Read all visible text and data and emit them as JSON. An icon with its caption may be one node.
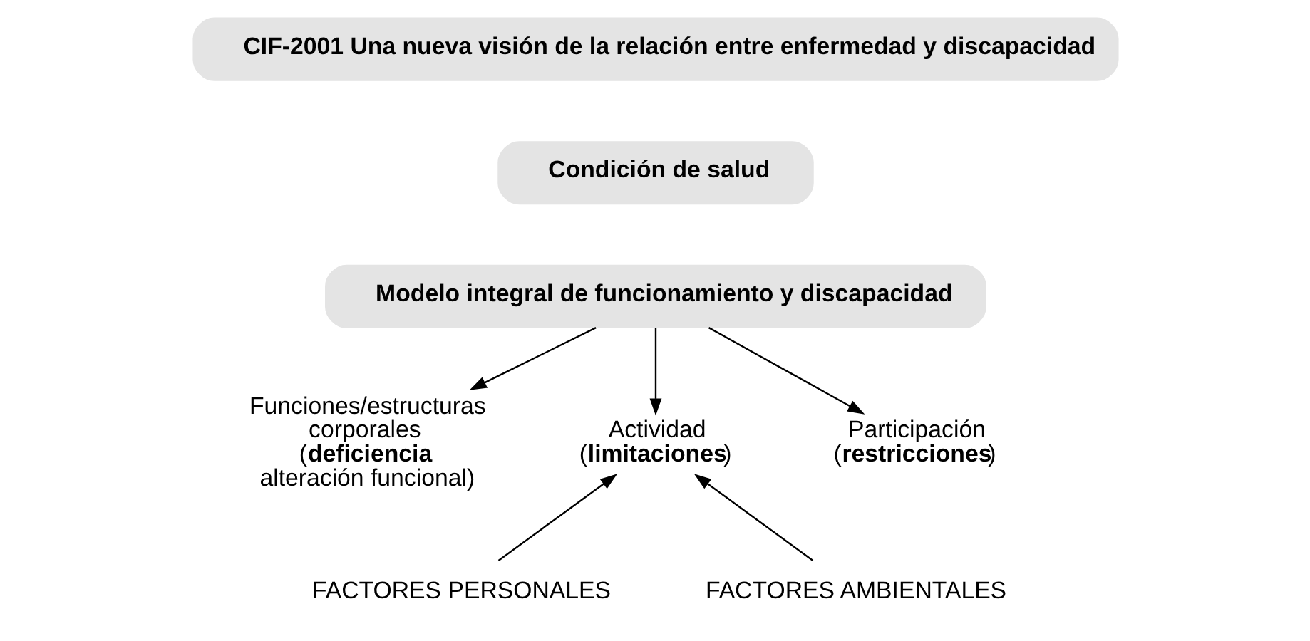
{
  "diagram": {
    "nodes": [
      {
        "text": [
          "CIF-2001 Una nueva visión de la relación entre enfermedad y discapacidad"
        ]
      },
      {
        "text": [
          "Condición de salud"
        ]
      },
      {
        "text": [
          "Modelo integral de funcionamiento y discapacidad"
        ]
      },
      {
        "text": [
          "Funciones/estructuras corporales (**deficiencia** alteración funcional)"
        ]
      },
      {
        "text": [
          "Actividad (**limitaciones**)"
        ]
      },
      {
        "text": [
          "Participación (**restricciones**)"
        ]
      },
      {
        "text": [
          "FACTORES PERSONALES"
        ]
      },
      {
        "text": [
          "FACTORES AMBIENTALES"
        ]
      }
    ],
    "edges": [
      {
        "from": 2,
        "to": 3,
        "arrow": "to"
      },
      {
        "from": 2,
        "to": 4,
        "arrow": "to"
      },
      {
        "from": 2,
        "to": 5,
        "arrow": "to"
      },
      {
        "from": 6,
        "to": 4,
        "arrow": "to"
      },
      {
        "from": 7,
        "to": 4,
        "arrow": "to"
      }
    ]
  }
}
